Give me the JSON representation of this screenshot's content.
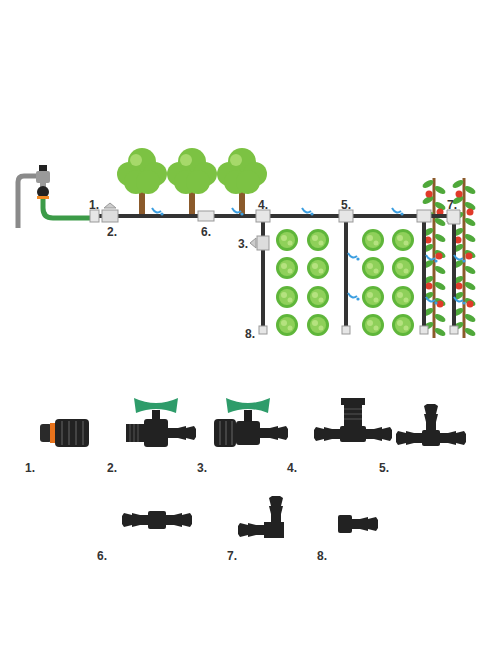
{
  "diagram": {
    "labels": [
      "1.",
      "2.",
      "6.",
      "4.",
      "5.",
      "7.",
      "3.",
      "8.",
      "1.",
      "2.",
      "3.",
      "4.",
      "5.",
      "6.",
      "7.",
      "8."
    ]
  }
}
